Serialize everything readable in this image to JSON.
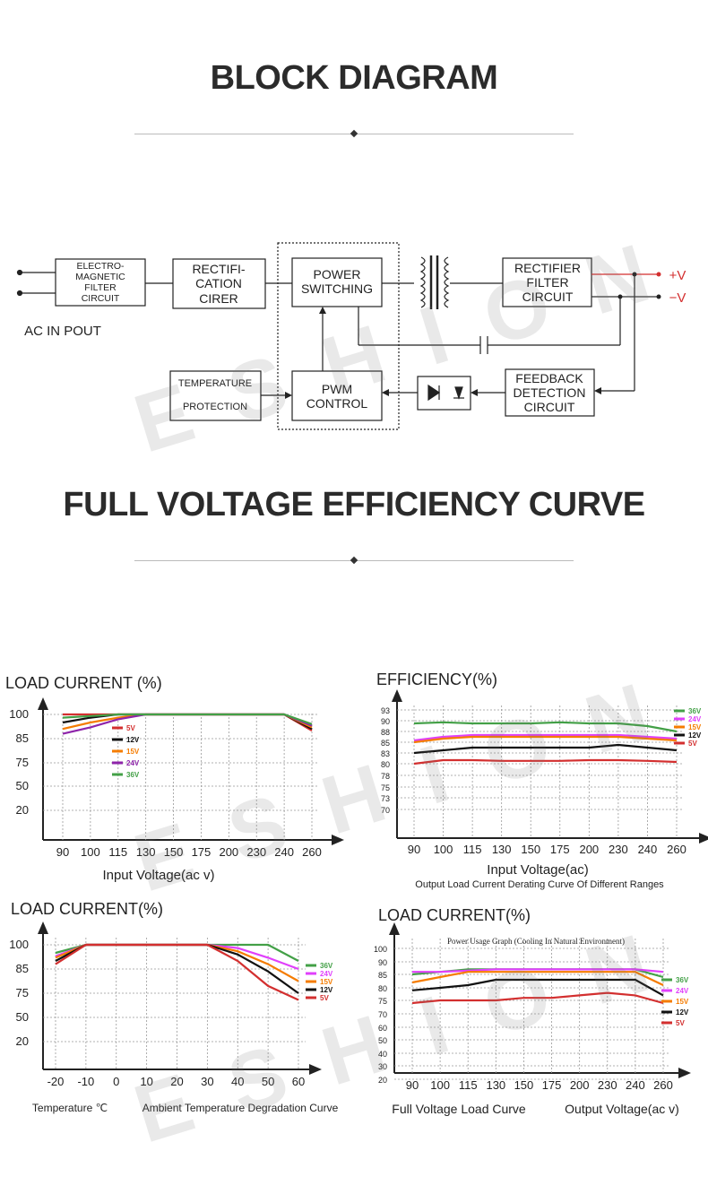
{
  "headings": {
    "block_diagram": "BLOCK DIAGRAM",
    "efficiency_curve": "FULL VOLTAGE EFFICIENCY CURVE"
  },
  "watermark": "ESHION",
  "block_diagram": {
    "ac_label": "AC IN POUT",
    "blocks": {
      "emi": [
        "ELECTRO-",
        "MAGNETIC",
        "FILTER",
        "CIRCUIT"
      ],
      "rect": [
        "RECTIFI-",
        "CATION",
        "CIRER"
      ],
      "power": [
        "POWER",
        "SWITCHING"
      ],
      "rect_filter": [
        "RECTIFIER",
        "FILTER",
        "CIRCUIT"
      ],
      "feedback": [
        "FEEDBACK",
        "DETECTION",
        "CIRCUIT"
      ],
      "pwm": [
        "PWM",
        "CONTROL"
      ],
      "temp": [
        "TEMPERATURE",
        "PROTECTION"
      ]
    },
    "outputs": {
      "plus": "+V",
      "minus": "−V"
    },
    "colors": {
      "plus_line": "#d32f2f",
      "minus_line": "#333333"
    }
  },
  "charts": {
    "load_vs_input": {
      "title": "LOAD CURRENT (%)",
      "xlabel": "Input Voltage(ac v)",
      "x_ticks": [
        "90",
        "100",
        "115",
        "130",
        "150",
        "175",
        "200",
        "230",
        "240",
        "260"
      ],
      "y_ticks": [
        "100",
        "85",
        "75",
        "50",
        "20"
      ],
      "legend": [
        "5V",
        "12V",
        "15V",
        "24V",
        "36V"
      ]
    },
    "efficiency": {
      "title": "EFFICIENCY(%)",
      "xlabel": "Input Voltage(ac)",
      "subtitle": "Output Load Current Derating Curve Of Different Ranges",
      "x_ticks": [
        "90",
        "100",
        "115",
        "130",
        "150",
        "175",
        "200",
        "230",
        "240",
        "260"
      ],
      "y_ticks": [
        "93",
        "90",
        "88",
        "85",
        "83",
        "80",
        "78",
        "75",
        "73",
        "70"
      ],
      "legend": [
        "36V",
        "24V",
        "15V",
        "12V",
        "5V"
      ]
    },
    "load_vs_temp": {
      "title": "LOAD CURRENT(%)",
      "xlabel_left": "Temperature ℃",
      "xlabel_right": "Ambient Temperature Degradation Curve",
      "x_ticks": [
        "-20",
        "-10",
        "0",
        "10",
        "20",
        "30",
        "40",
        "50",
        "60"
      ],
      "y_ticks": [
        "100",
        "85",
        "75",
        "50",
        "20"
      ],
      "legend": [
        "36V",
        "24V",
        "15V",
        "12V",
        "5V"
      ]
    },
    "load_usage": {
      "title": "LOAD CURRENT(%)",
      "inner_title": "Power Usage Graph (Cooling In Natural Environment)",
      "xlabel_left": "Full Voltage Load Curve",
      "xlabel_right": "Output Voltage(ac v)",
      "x_ticks": [
        "90",
        "100",
        "115",
        "130",
        "150",
        "175",
        "200",
        "230",
        "240",
        "260"
      ],
      "y_ticks": [
        "100",
        "90",
        "85",
        "80",
        "75",
        "70",
        "60",
        "50",
        "40",
        "30",
        "20"
      ],
      "legend": [
        "36V",
        "24V",
        "15V",
        "12V",
        "5V"
      ]
    }
  },
  "series_colors": {
    "5V": "#d32f2f",
    "12V": "#111111",
    "15V": "#f57c00",
    "24V": "#8e24aa",
    "36V": "#43a047",
    "24V_alt": "#e040fb"
  },
  "chart_data": [
    {
      "type": "line",
      "title": "LOAD CURRENT (%)",
      "xlabel": "Input Voltage(ac v)",
      "categories": [
        "90",
        "100",
        "115",
        "130",
        "150",
        "175",
        "200",
        "230",
        "240",
        "260"
      ],
      "series": [
        {
          "name": "5V",
          "values": [
            100,
            100,
            100,
            100,
            100,
            100,
            100,
            100,
            100,
            90
          ]
        },
        {
          "name": "12V",
          "values": [
            95,
            98,
            100,
            100,
            100,
            100,
            100,
            100,
            100,
            91
          ]
        },
        {
          "name": "15V",
          "values": [
            91,
            95,
            98,
            100,
            100,
            100,
            100,
            100,
            100,
            92
          ]
        },
        {
          "name": "24V",
          "values": [
            88,
            92,
            97,
            100,
            100,
            100,
            100,
            100,
            100,
            93
          ]
        },
        {
          "name": "36V",
          "values": [
            98,
            99,
            100,
            100,
            100,
            100,
            100,
            100,
            100,
            94
          ]
        }
      ]
    },
    {
      "type": "line",
      "title": "EFFICIENCY(%)",
      "xlabel": "Input Voltage(ac)",
      "categories": [
        "90",
        "100",
        "115",
        "130",
        "150",
        "175",
        "200",
        "230",
        "240",
        "260"
      ],
      "series": [
        {
          "name": "36V",
          "values": [
            89.5,
            89.7,
            89.5,
            89.5,
            89.5,
            89.7,
            89.5,
            89.5,
            89,
            88
          ]
        },
        {
          "name": "24V",
          "values": [
            85.5,
            86.5,
            87,
            87,
            87,
            87,
            87,
            87,
            86.5,
            86
          ]
        },
        {
          "name": "15V",
          "values": [
            85,
            86,
            86.5,
            86.5,
            86.5,
            86.5,
            86.5,
            86.5,
            86,
            85.5
          ]
        },
        {
          "name": "12V",
          "values": [
            83,
            83.5,
            84,
            84,
            84,
            84,
            84,
            84.5,
            84,
            83.5
          ]
        },
        {
          "name": "5V",
          "values": [
            80,
            81,
            81,
            80.8,
            80.8,
            80.8,
            81,
            81,
            80.8,
            80.5
          ]
        }
      ]
    },
    {
      "type": "line",
      "title": "LOAD CURRENT(%)",
      "xlabel": "Temperature ℃",
      "categories": [
        "-20",
        "-10",
        "0",
        "10",
        "20",
        "30",
        "40",
        "50",
        "60"
      ],
      "series": [
        {
          "name": "36V",
          "values": [
            95,
            100,
            100,
            100,
            100,
            100,
            100,
            100,
            90
          ]
        },
        {
          "name": "24V",
          "values": [
            93,
            100,
            100,
            100,
            100,
            100,
            98,
            92,
            85
          ]
        },
        {
          "name": "15V",
          "values": [
            92,
            100,
            100,
            100,
            100,
            100,
            96,
            88,
            80
          ]
        },
        {
          "name": "12V",
          "values": [
            90,
            100,
            100,
            100,
            100,
            100,
            94,
            84,
            75
          ]
        },
        {
          "name": "5V",
          "values": [
            88,
            100,
            100,
            100,
            100,
            100,
            90,
            78,
            68
          ]
        }
      ]
    },
    {
      "type": "line",
      "title": "LOAD CURRENT(%)",
      "xlabel": "Output Voltage(ac v)",
      "categories": [
        "90",
        "100",
        "115",
        "130",
        "150",
        "175",
        "200",
        "230",
        "240",
        "260"
      ],
      "series": [
        {
          "name": "36V",
          "values": [
            85,
            86,
            87,
            87,
            87,
            87,
            87,
            87,
            87,
            84
          ]
        },
        {
          "name": "24V",
          "values": [
            86,
            86,
            86.5,
            87,
            87,
            87,
            87,
            87,
            87,
            86
          ]
        },
        {
          "name": "15V",
          "values": [
            82,
            84,
            86,
            86,
            86,
            86,
            86,
            86,
            86,
            81
          ]
        },
        {
          "name": "12V",
          "values": [
            79,
            80,
            81,
            83,
            83,
            83,
            83,
            83,
            83,
            77
          ]
        },
        {
          "name": "5V",
          "values": [
            74,
            75,
            75,
            75,
            76,
            76,
            77,
            78,
            77,
            74
          ]
        }
      ]
    }
  ]
}
